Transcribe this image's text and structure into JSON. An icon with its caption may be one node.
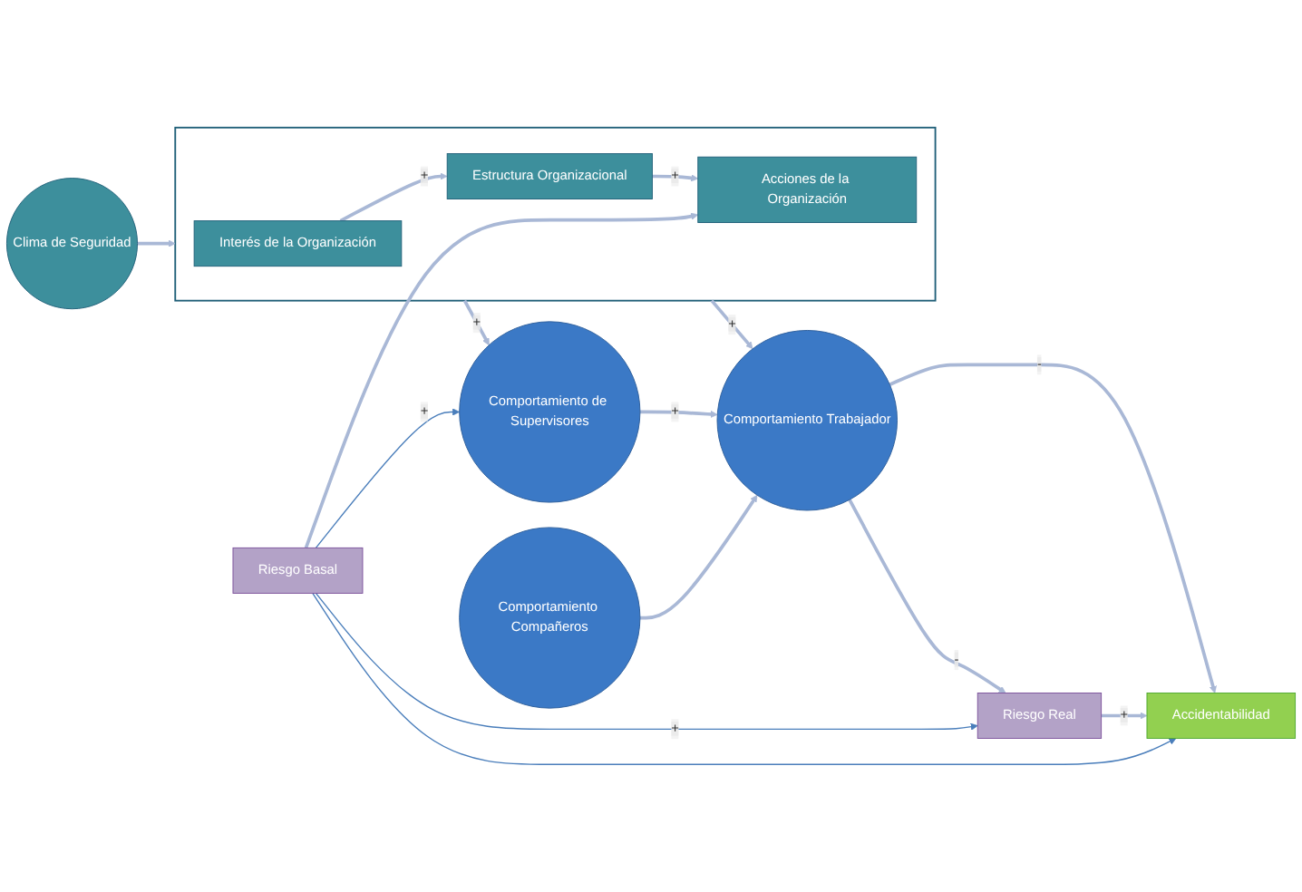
{
  "diagram": {
    "nodes": [
      {
        "text": [
          "Clima de Seguridad"
        ]
      },
      {
        "text": [],
        "shape": "box"
      },
      {
        "text": [
          "Interés de la Organización"
        ],
        "in": 1
      },
      {
        "text": [
          "Estructura Organizacional"
        ],
        "in": 1
      },
      {
        "text": [
          "Acciones de la Organización"
        ],
        "in": 1
      },
      {
        "text": [
          "Riesgo Basal"
        ]
      },
      {
        "text": [
          "Comportamiento de Supervisores"
        ]
      },
      {
        "text": [
          "Comportamiento Trabajador"
        ]
      },
      {
        "text": [
          "Riesgo Real"
        ]
      },
      {
        "text": [
          "Accidentabilidad"
        ]
      },
      {
        "text": [
          "Comportamiento Compañeros"
        ]
      }
    ],
    "edges": [
      {
        "from": 0,
        "to": 1,
        "arrow": "to"
      },
      {
        "from": 2,
        "to": 3,
        "arrow": "to",
        "label": "+"
      },
      {
        "from": 3,
        "to": 4,
        "arrow": "to",
        "label": "+"
      },
      {
        "from": 5,
        "to": 4,
        "arrow": "to"
      },
      {
        "from": 1,
        "to": 6,
        "arrow": "to",
        "label": "+"
      },
      {
        "from": 1,
        "to": 7,
        "arrow": "to",
        "label": "+"
      },
      {
        "from": 6,
        "to": 7,
        "arrow": "to",
        "label": "+"
      },
      {
        "from": 10,
        "to": 7,
        "arrow": "to"
      },
      {
        "from": 7,
        "to": 8,
        "arrow": "to",
        "label": "-"
      },
      {
        "from": 7,
        "to": 9,
        "arrow": "to",
        "label": "-"
      },
      {
        "from": 8,
        "to": 9,
        "arrow": "to",
        "label": "+"
      },
      {
        "from": 5,
        "to": 8,
        "arrow": "to",
        "label": "+",
        "color": "#4a7ebb"
      },
      {
        "from": 5,
        "to": 9,
        "arrow": "to",
        "color": "#4a7ebb"
      },
      {
        "from": 5,
        "to": 6,
        "arrow": "to",
        "label": "+",
        "color": "#4a7ebb"
      }
    ]
  }
}
